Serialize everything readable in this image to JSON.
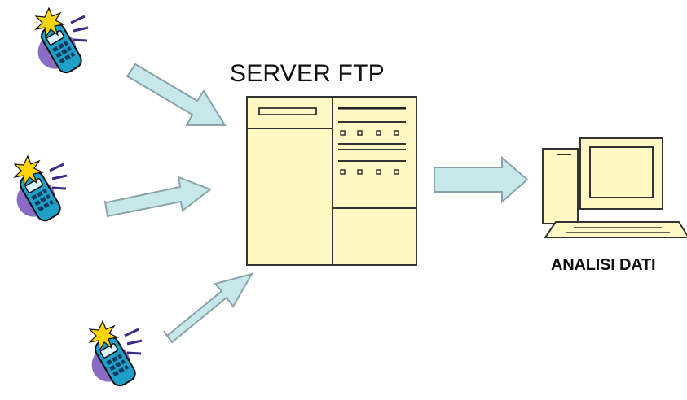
{
  "diagram": {
    "server_label": "SERVER FTP",
    "analysis_label": "ANALISI DATI"
  },
  "icons": {
    "phone": "mobile-phone-icon",
    "server": "server-cabinet-icon",
    "computer": "desktop-computer-icon",
    "arrow": "flow-arrow"
  },
  "colors": {
    "phone_body": "#1fa0c8",
    "phone_shadow": "#8b6cc4",
    "signal_star": "#ffd400",
    "signal_lines": "#3b2b8f",
    "server_fill": "#fff7c4",
    "computer_fill": "#fff7c4",
    "arrow_fill": "#c6e8ea",
    "arrow_stroke": "#8aa3a8",
    "outline": "#333333"
  }
}
